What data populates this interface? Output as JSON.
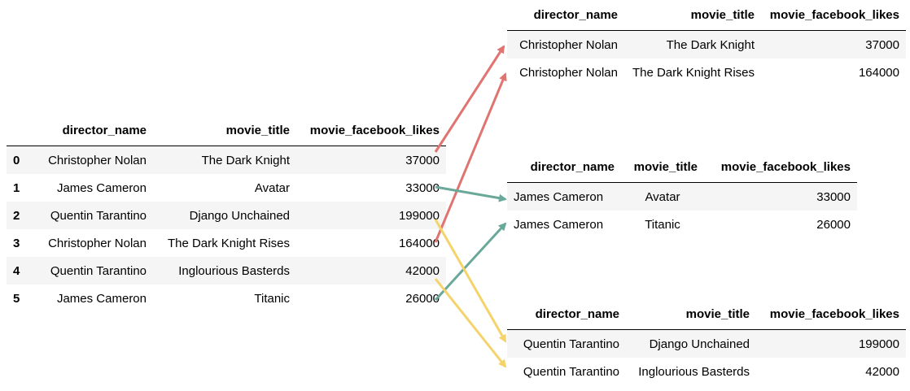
{
  "columns": [
    "director_name",
    "movie_title",
    "movie_facebook_likes"
  ],
  "main_table": {
    "rows": [
      {
        "index": "0",
        "director": "Christopher Nolan",
        "title": "The Dark Knight",
        "likes": "37000"
      },
      {
        "index": "1",
        "director": "James Cameron",
        "title": "Avatar",
        "likes": "33000"
      },
      {
        "index": "2",
        "director": "Quentin Tarantino",
        "title": "Django Unchained",
        "likes": "199000"
      },
      {
        "index": "3",
        "director": "Christopher Nolan",
        "title": "The Dark Knight Rises",
        "likes": "164000"
      },
      {
        "index": "4",
        "director": "Quentin Tarantino",
        "title": "Inglourious Basterds",
        "likes": "42000"
      },
      {
        "index": "5",
        "director": "James Cameron",
        "title": "Titanic",
        "likes": "26000"
      }
    ]
  },
  "group_nolan": {
    "rows": [
      {
        "director": "Christopher Nolan",
        "title": "The Dark Knight",
        "likes": "37000"
      },
      {
        "director": "Christopher Nolan",
        "title": "The Dark Knight Rises",
        "likes": "164000"
      }
    ]
  },
  "group_cameron": {
    "rows": [
      {
        "director": "James Cameron",
        "title": "Avatar",
        "likes": "33000"
      },
      {
        "director": "James Cameron",
        "title": "Titanic",
        "likes": "26000"
      }
    ]
  },
  "group_tarantino": {
    "rows": [
      {
        "director": "Quentin Tarantino",
        "title": "Django Unchained",
        "likes": "199000"
      },
      {
        "director": "Quentin Tarantino",
        "title": "Inglourious Basterds",
        "likes": "42000"
      }
    ]
  },
  "arrow_colors": {
    "nolan": "#e07470",
    "cameron": "#6aa89a",
    "tarantino": "#f5d36b"
  }
}
